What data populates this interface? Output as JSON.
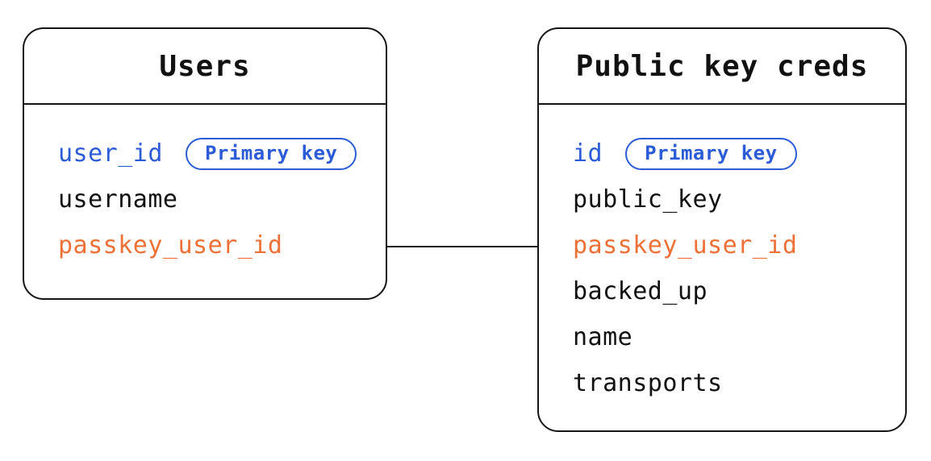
{
  "diagram": {
    "colors": {
      "accent_blue": "#2b5bd6",
      "accent_orange": "#ed7036",
      "text_default": "#111111",
      "line": "#151515"
    },
    "tables": [
      {
        "name": "Users",
        "fields": [
          {
            "label": "user_id",
            "color": "#2b5bd6",
            "badge": "Primary key"
          },
          {
            "label": "username",
            "color": "#111111"
          },
          {
            "label": "passkey_user_id",
            "color": "#ed7036"
          }
        ]
      },
      {
        "name": "Public key creds",
        "fields": [
          {
            "label": "id",
            "color": "#2b5bd6",
            "badge": "Primary key"
          },
          {
            "label": "public_key",
            "color": "#111111"
          },
          {
            "label": "passkey_user_id",
            "color": "#ed7036"
          },
          {
            "label": "backed_up",
            "color": "#111111"
          },
          {
            "label": "name",
            "color": "#111111"
          },
          {
            "label": "transports",
            "color": "#111111"
          }
        ]
      }
    ],
    "relation": {
      "from_table": "Users",
      "from_field": "passkey_user_id",
      "to_table": "Public key creds",
      "to_field": "passkey_user_id"
    }
  }
}
